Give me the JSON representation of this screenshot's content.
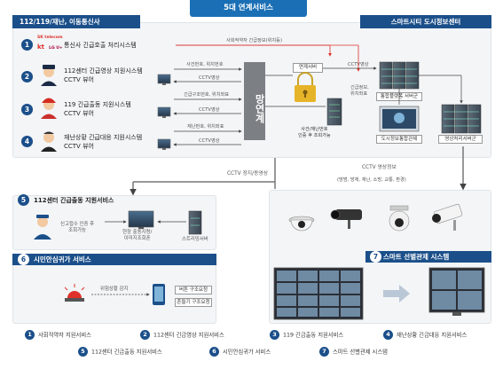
{
  "title": "5대 연계서비스",
  "left_panel": {
    "header": "112/119/재난, 이동통신사",
    "logos": {
      "sk": "SK telecom",
      "kt": "kt",
      "lg": "LG U+"
    },
    "services": [
      {
        "num": "1",
        "line1": "통신사 긴급호출 처리시스템",
        "line2": ""
      },
      {
        "num": "2",
        "line1": "112센터 긴급영상 지원시스템",
        "line2": "CCTV 뷰어"
      },
      {
        "num": "3",
        "line1": "119 긴급출동 지원시스템",
        "line2": "CCTV 뷰어"
      },
      {
        "num": "4",
        "line1": "재난상황 긴급대응 지원시스템",
        "line2": "CCTV 뷰어"
      }
    ]
  },
  "center": {
    "network_label": "망연계",
    "flows": {
      "top": "사회적약자 긴급정보(위치등)",
      "s2_req": "사건번호, 위치번호",
      "s2_cctv": "CCTV영상",
      "s3_req": "긴급구조번호, 위치좌표",
      "s3_cctv": "CCTV영상",
      "s4_req": "재난번호, 위치좌표",
      "s4_cctv": "CCTV영상"
    },
    "link_server": "연계서버",
    "auth_label": "사건/재난번호\n인증 후 조회가능"
  },
  "right_panel": {
    "header": "스마트시티 도시정보센터",
    "cctv_video": "CCTV영상",
    "emergency_info": "긴급정보,\n위치좌표",
    "platform_server": "통합플랫폼 서버군",
    "control_screen": "도시정보통합관제",
    "video_server": "영상처리서버군"
  },
  "mid": {
    "cctv_status": "CCTV 정지/동영상",
    "cctv_video_info": "CCTV 영상정보",
    "cctv_categories": "(방범, 방재, 재난, 소방, 교통, 환경)"
  },
  "panel5": {
    "num": "5",
    "header": "112센터 긴급출동 지원서비스",
    "note": "신고접수 인증 후\n조회가능",
    "terminal": "현장 출동지령/\n이미지조회폰",
    "server": "스트리밍서버"
  },
  "panel6": {
    "num": "6",
    "header": "시민안심귀가 서비스",
    "danger": "위험상황 감지",
    "btn1": "버튼 구조요청",
    "btn2": "흔들기 구조요청"
  },
  "panel7": {
    "num": "7",
    "header": "스마트 선별관제 시스템"
  },
  "legend": [
    {
      "num": "1",
      "label": "사회적약자 지원서비스"
    },
    {
      "num": "2",
      "label": "112센터 긴급영상 지원서비스"
    },
    {
      "num": "3",
      "label": "119 긴급출동 지원서비스"
    },
    {
      "num": "4",
      "label": "재난상황 긴급대응 지원서비스"
    },
    {
      "num": "5",
      "label": "112센터 긴급출동 지원서비스"
    },
    {
      "num": "6",
      "label": "시민안심귀가 서비스"
    },
    {
      "num": "7",
      "label": "스마트 선별관제 시스템"
    }
  ],
  "colors": {
    "navy": "#1b4f8a",
    "red": "#e0302a",
    "gray": "#8a8d91",
    "panel": "#f3f5f7"
  }
}
